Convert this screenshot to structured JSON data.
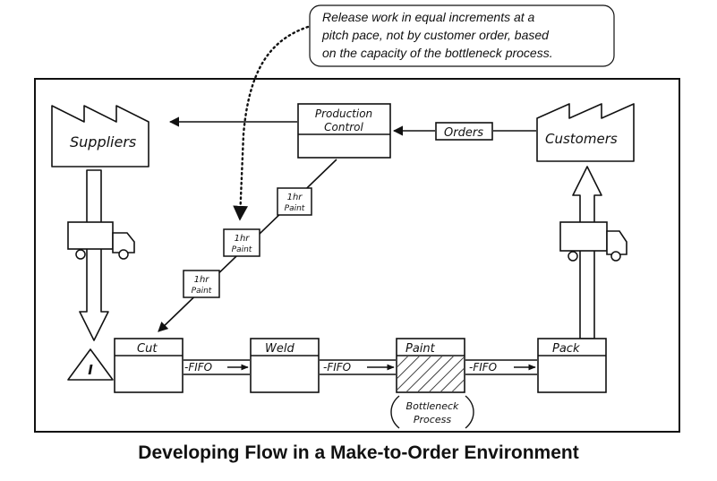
{
  "callout": {
    "lines": [
      "Release work in equal increments at a",
      "pitch pace, not by customer order, based",
      "on the capacity of the bottleneck process."
    ]
  },
  "suppliers": {
    "label": "Suppliers"
  },
  "customers": {
    "label": "Customers"
  },
  "production_control": {
    "line1": "Production",
    "line2": "Control"
  },
  "orders": {
    "label": "Orders"
  },
  "kanbans": [
    {
      "line1": "1hr",
      "line2": "Paint"
    },
    {
      "line1": "1hr",
      "line2": "Paint"
    },
    {
      "line1": "1hr",
      "line2": "Paint"
    }
  ],
  "inventory": {
    "label": "I"
  },
  "processes": [
    {
      "label": "Cut"
    },
    {
      "label": "Weld"
    },
    {
      "label": "Paint"
    },
    {
      "label": "Pack"
    }
  ],
  "fifo": [
    "-FIFO",
    "-FIFO",
    "-FIFO"
  ],
  "bottleneck": {
    "line1": "Bottleneck",
    "line2": "Process"
  },
  "caption": "Developing Flow in a Make-to-Order Environment"
}
